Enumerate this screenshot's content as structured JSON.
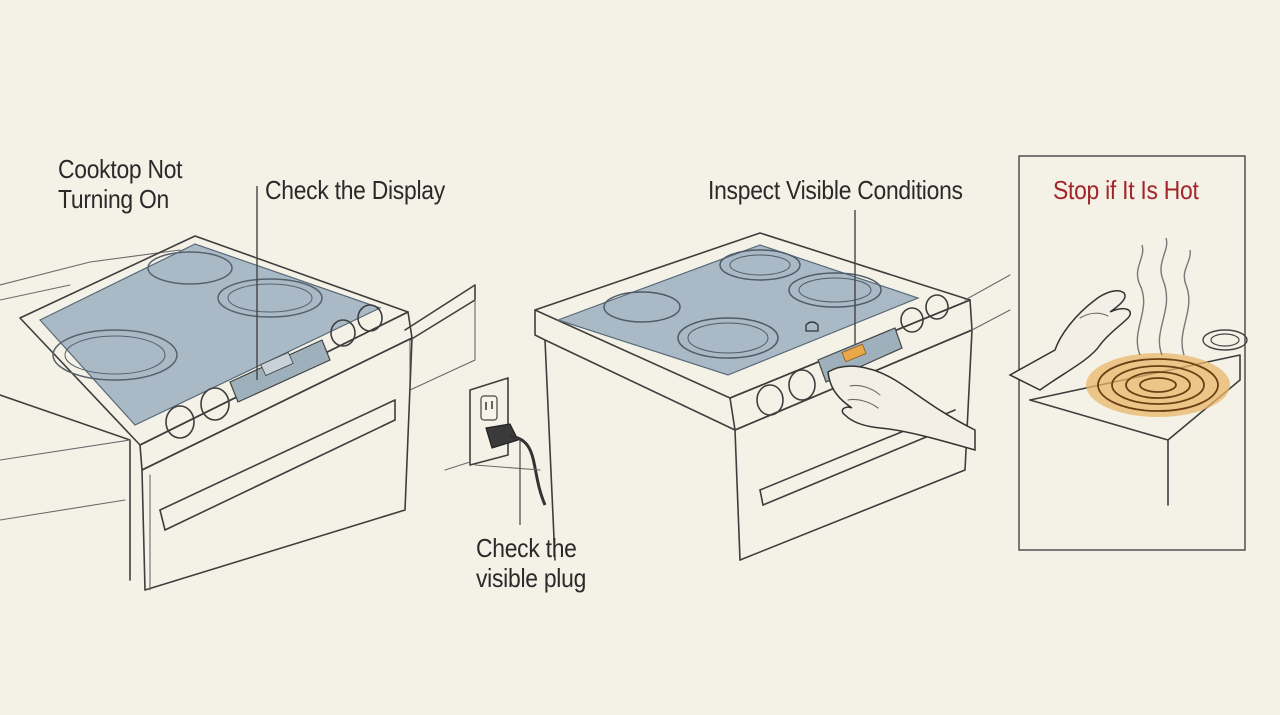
{
  "labels": {
    "title_line1": "Cooktop Not",
    "title_line2": "Turning On",
    "check_display": "Check the Display",
    "check_plug_line1": "Check the",
    "check_plug_line2": "visible plug",
    "inspect_conditions": "Inspect Visible Conditions",
    "stop_if_hot": "Stop if It Is Hot"
  },
  "colors": {
    "background": "#f4f1e6",
    "cooktop_glass": "#a9b9c6",
    "stove_body": "#e9e5da",
    "warning_text": "#a3262a",
    "hot_burner": "#e29a3a",
    "display_indicator": "#e8a84a"
  },
  "icons": [
    "stove-illustration",
    "outlet-plug-illustration",
    "hand-press-illustration",
    "hot-burner-illustration"
  ]
}
